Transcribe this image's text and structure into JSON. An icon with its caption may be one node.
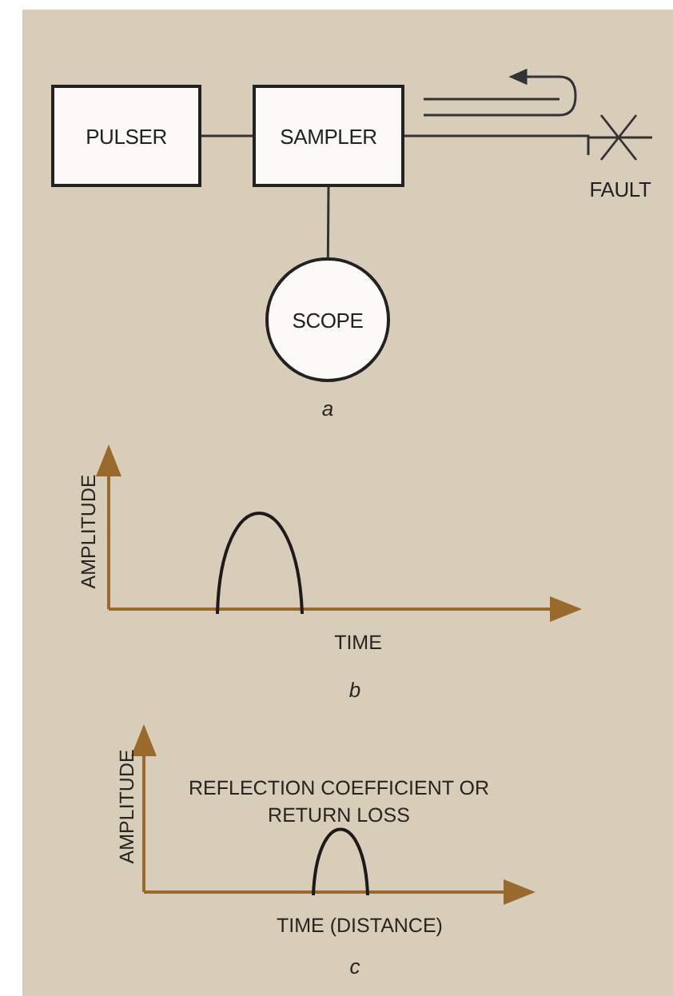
{
  "diagram": {
    "nodes": [
      {
        "text": [
          "PULSER"
        ]
      },
      {
        "text": [
          "SAMPLER"
        ]
      },
      {
        "text": [
          "FAULT"
        ]
      },
      {
        "text": [
          "SCOPE"
        ]
      }
    ],
    "edges": [
      {
        "from": 0,
        "to": 1,
        "arrow": "none"
      },
      {
        "from": 1,
        "to": 2,
        "arrow": "none"
      },
      {
        "from": 1,
        "to": 3,
        "arrow": "none"
      }
    ],
    "labels": [
      "a",
      "AMPLITUDE",
      "TIME",
      "b",
      "AMPLITUDE",
      "REFLECTION COEFFICIENT OR RETURN LOSS",
      "TIME (DISTANCE)",
      "c"
    ]
  }
}
